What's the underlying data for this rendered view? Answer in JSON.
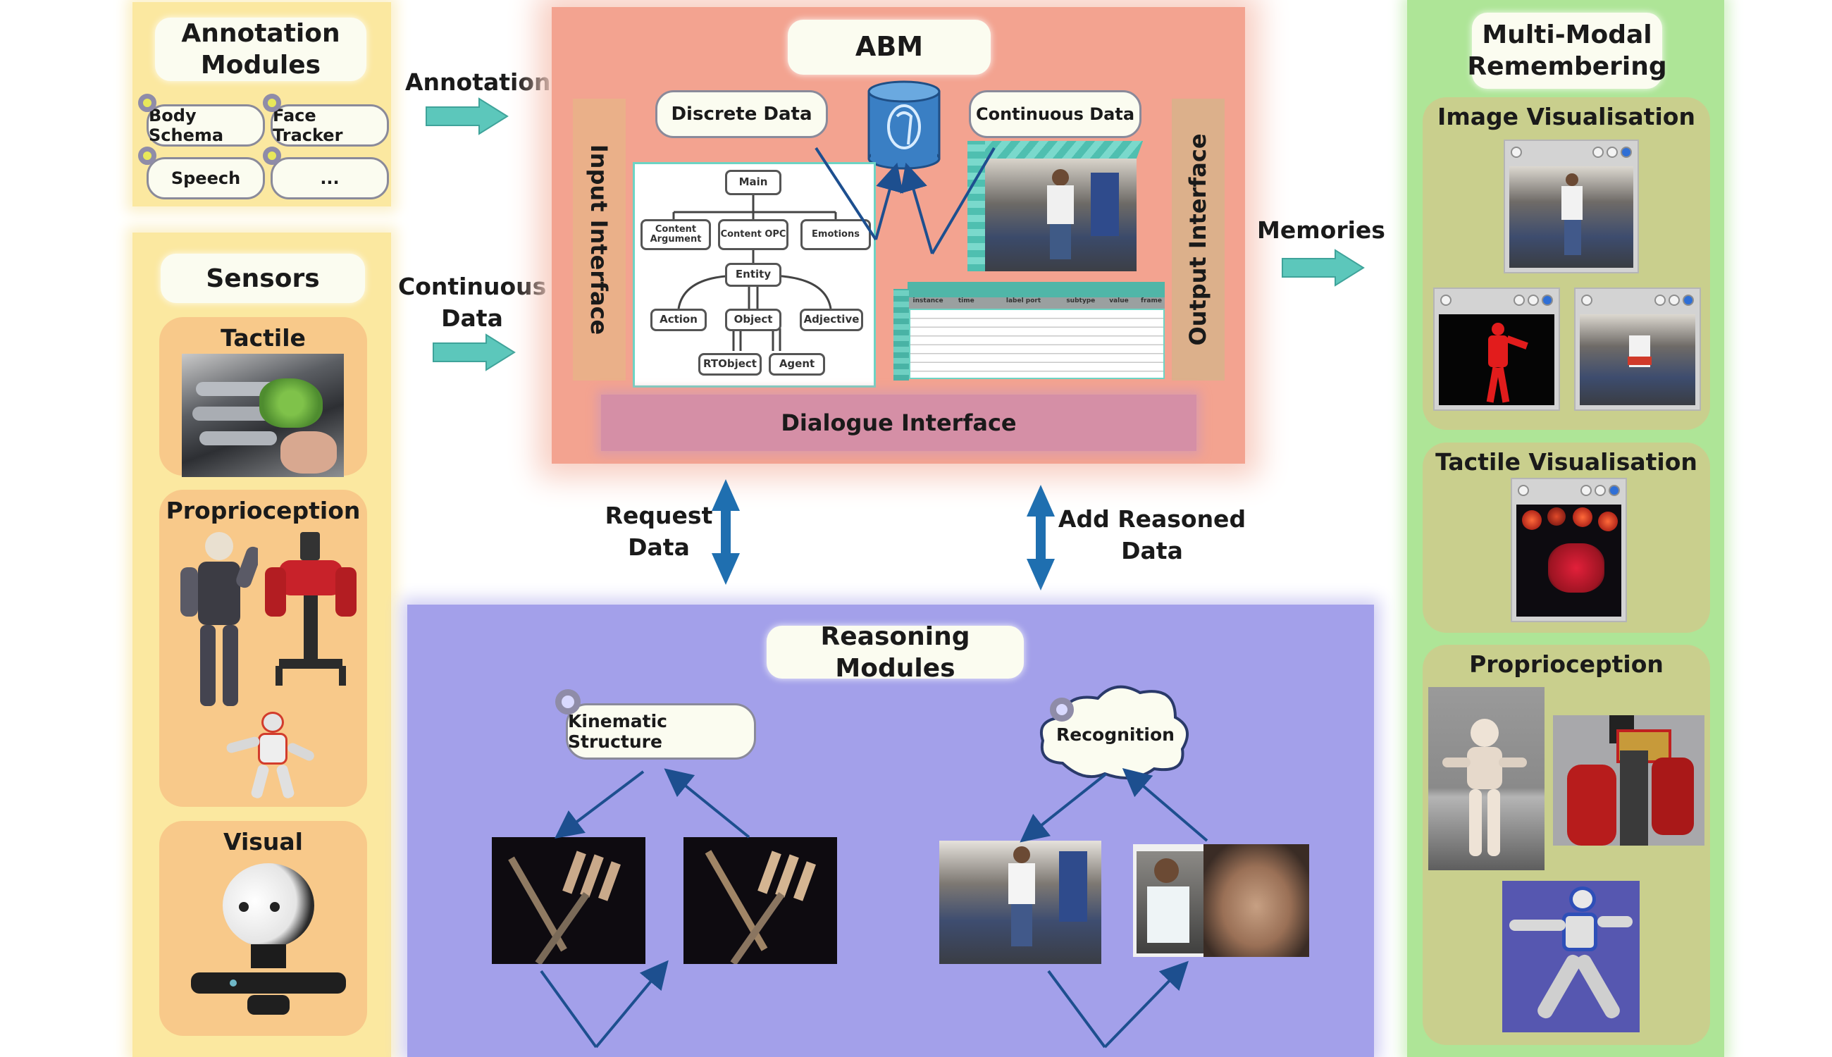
{
  "annotation_modules": {
    "title": "Annotation Modules",
    "title_line1": "Annotation",
    "title_line2": "Modules",
    "modules": [
      {
        "label": "Body Schema"
      },
      {
        "label": "Face Tracker"
      },
      {
        "label": "Speech"
      },
      {
        "label": "..."
      }
    ]
  },
  "sensors": {
    "title": "Sensors",
    "sections": [
      {
        "label": "Tactile",
        "image": "tactile-skin-hand-photo"
      },
      {
        "label": "Proprioception",
        "images": [
          "icub-robot-photo",
          "baxter-robot-photo",
          "nao-robot-photo"
        ]
      },
      {
        "label": "Visual",
        "images": [
          "icub-head-photo",
          "kinect-sensor-photo"
        ]
      }
    ]
  },
  "connectors": {
    "annotation": "Annotation",
    "continuous_line1": "Continuous",
    "continuous_line2": "Data",
    "memories": "Memories",
    "request_line1": "Request",
    "request_line2": "Data",
    "add_line1": "Add Reasoned",
    "add_line2": "Data"
  },
  "abm": {
    "title": "ABM",
    "discrete_data": "Discrete Data",
    "continuous_data": "Continuous Data",
    "input_interface": "Input Interface",
    "output_interface": "Output Interface",
    "dialogue_interface": "Dialogue Interface",
    "database_icon": "postgresql-database-icon",
    "schema": {
      "nodes": [
        "Main",
        "Content Argument",
        "Content OPC",
        "Emotions",
        "Entity",
        "Action",
        "Object",
        "Adjective",
        "RTObject",
        "Agent"
      ]
    },
    "table": {
      "columns": [
        "instance",
        "time",
        "label port",
        "subtype",
        "value",
        "frame"
      ],
      "row_count": 8
    }
  },
  "reasoning": {
    "title": "Reasoning Modules",
    "modules": [
      {
        "label": "Kinematic Structure",
        "shape": "rounded-box",
        "images": [
          "hand-kinematic-photo-1",
          "hand-kinematic-photo-2"
        ]
      },
      {
        "label": "Recognition",
        "shape": "cloud",
        "images": [
          "person-room-photo",
          "face-recognition-photo"
        ]
      }
    ]
  },
  "remembering": {
    "title_line1": "Multi-Modal",
    "title_line2": "Remembering",
    "sections": [
      {
        "label": "Image Visualisation",
        "windows": [
          "rgb-camera-window",
          "segmentation-window",
          "overlay-window"
        ]
      },
      {
        "label": "Tactile Visualisation",
        "windows": [
          "tactile-heatmap-window"
        ]
      },
      {
        "label": "Proprioception",
        "images": [
          "icub-sim-render",
          "baxter-sim-render",
          "nao-sim-render"
        ]
      }
    ]
  },
  "colors": {
    "annotation_bg": "#fbe8a0",
    "sensors_bg": "#fbe8a0",
    "sensor_sub_bg": "#f8c98a",
    "abm_bg": "#f3a390",
    "interface_bar": "#eab089",
    "dialogue_bar": "#d58fa6",
    "reasoning_bg": "#a3a0ea",
    "remember_bg": "#aee597",
    "remember_sub_bg": "#c9cf8d",
    "arrow_teal": "#5cc7bb",
    "arrow_blue": "#1f6fb0",
    "line_blue": "#1d4f8f"
  }
}
